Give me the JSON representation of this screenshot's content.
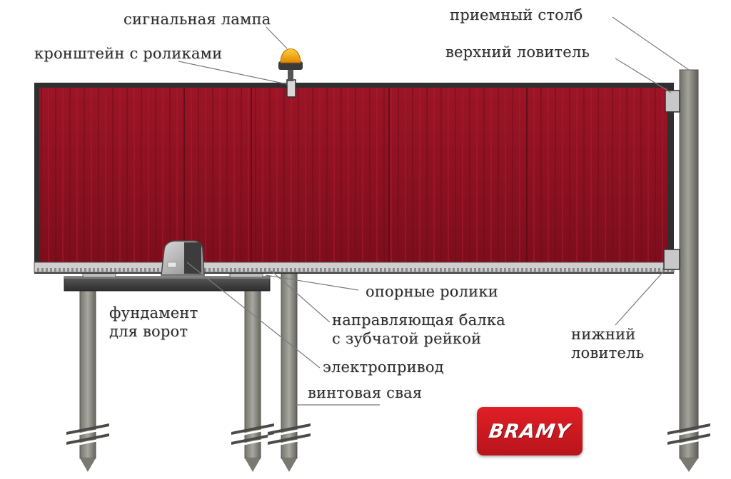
{
  "labels": {
    "signal_lamp": "сигнальная лампа",
    "roller_bracket": "кронштейн с роликами",
    "receiving_post": "приемный столб",
    "upper_catcher": "верхний ловитель",
    "support_rollers": "опорные ролики",
    "foundation_line1": "фундамент",
    "foundation_line2": "для ворот",
    "guide_beam_line1": "направляющая балка",
    "guide_beam_line2": "с зубчатой рейкой",
    "lower_catcher_line1": "нижний",
    "lower_catcher_line2": "ловитель",
    "electric_drive": "электропривод",
    "screw_pile": "винтовая свая"
  },
  "brand": {
    "name": "BRAMY",
    "color": "#d71920"
  },
  "colors": {
    "gate_panel": "#8c1020",
    "gate_stripe": "#a8182c",
    "frame": "#3a3a3a",
    "post": "#8a8a82",
    "lamp": "#f5a700"
  }
}
